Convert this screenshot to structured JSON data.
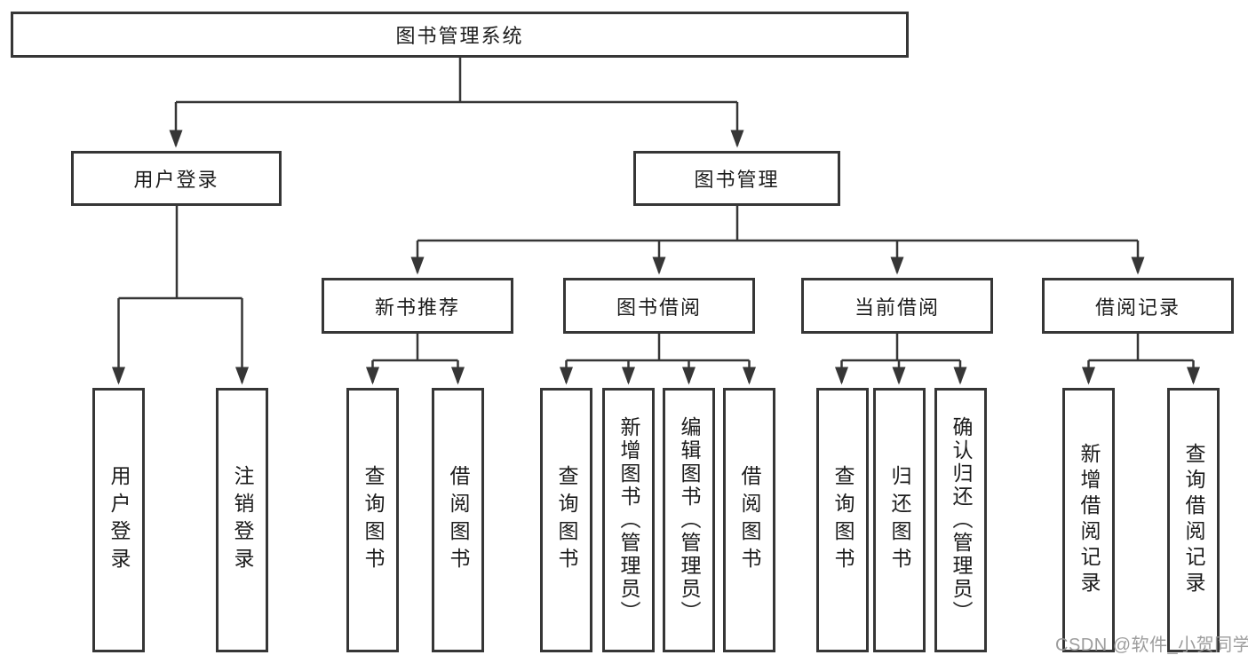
{
  "colors": {
    "line": "#363636",
    "box_border": "#363636",
    "box_background": "#ffffff",
    "text": "#1c1c1c",
    "watermark": "#989898",
    "page_background": "#ffffff"
  },
  "tree": {
    "label": "图书管理系统",
    "children": [
      {
        "label": "用户登录",
        "children": [
          {
            "label": "用户登录"
          },
          {
            "label": "注销登录"
          }
        ]
      },
      {
        "label": "图书管理",
        "children": [
          {
            "label": "新书推荐",
            "children": [
              {
                "label": "查询图书"
              },
              {
                "label": "借阅图书"
              }
            ]
          },
          {
            "label": "图书借阅",
            "children": [
              {
                "label": "查询图书"
              },
              {
                "label": "新增图书（管理员）"
              },
              {
                "label": "编辑图书（管理员）"
              },
              {
                "label": "借阅图书"
              }
            ]
          },
          {
            "label": "当前借阅",
            "children": [
              {
                "label": "查询图书"
              },
              {
                "label": "归还图书"
              },
              {
                "label": "确认归还（管理员）"
              }
            ]
          },
          {
            "label": "借阅记录",
            "children": [
              {
                "label": "新增借阅记录"
              },
              {
                "label": "查询借阅记录"
              }
            ]
          }
        ]
      }
    ]
  },
  "watermark": {
    "text": "CSDN @软件_小贺同学"
  }
}
